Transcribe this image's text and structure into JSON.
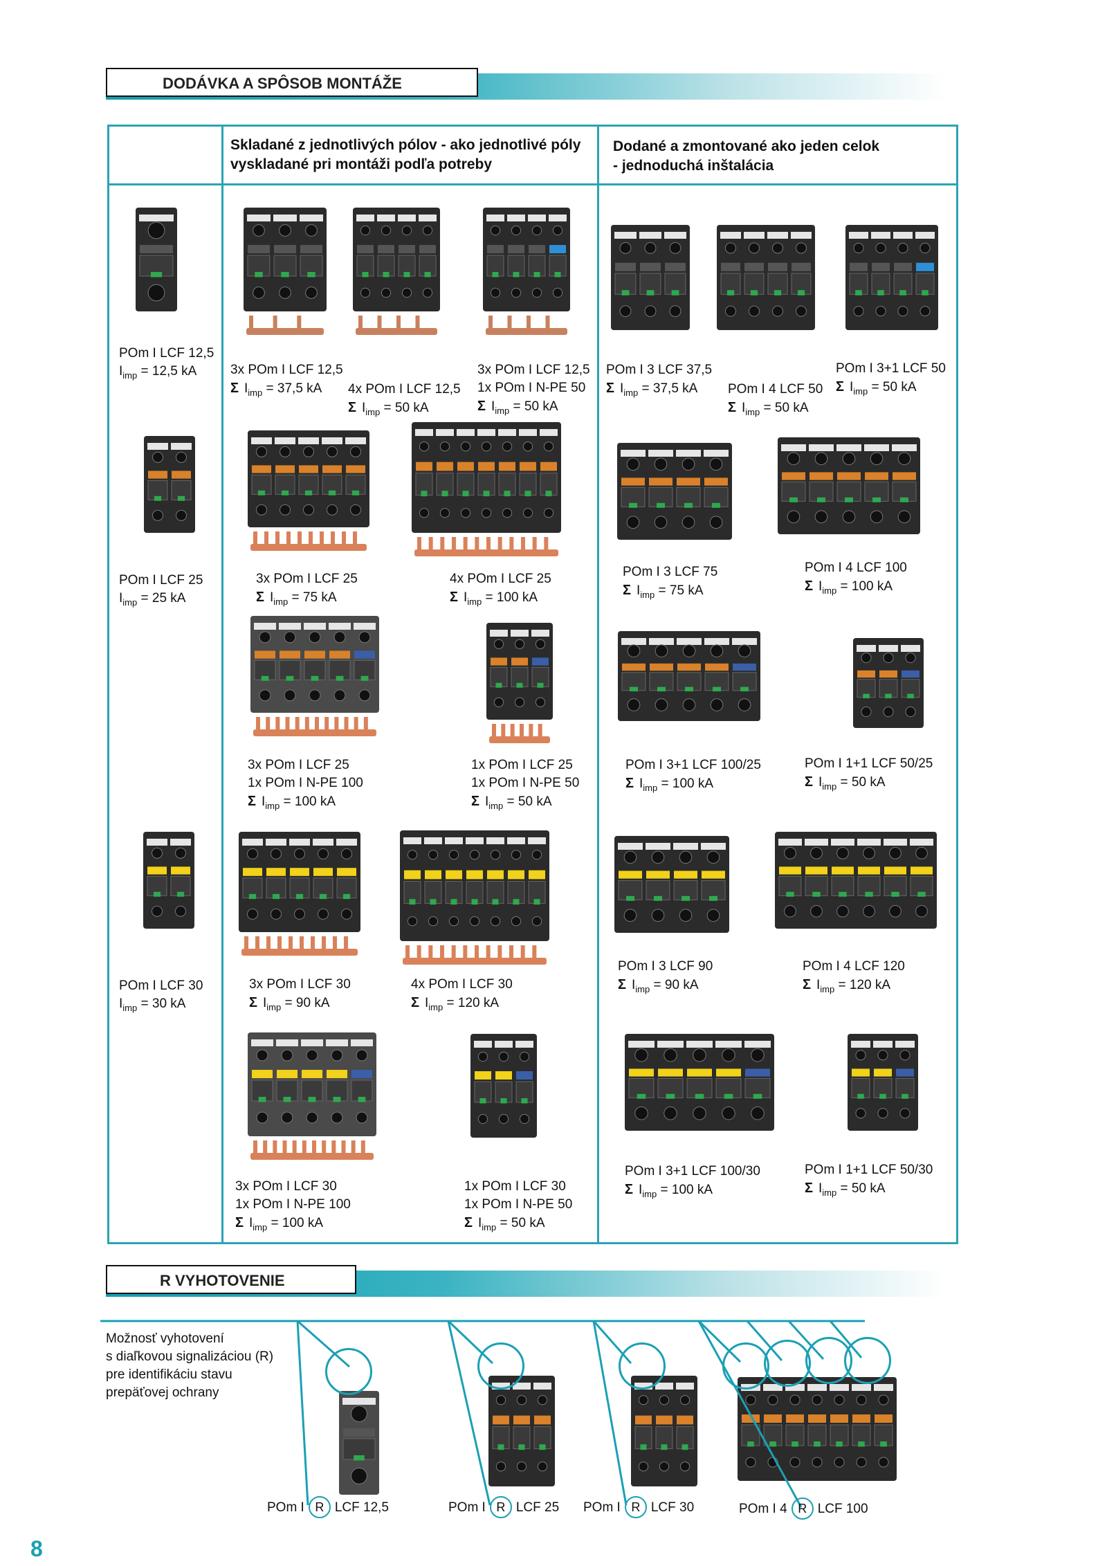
{
  "section1": {
    "title": "DODÁVKA A SPÔSOB MONTÁŽE"
  },
  "section2": {
    "title": "R VYHOTOVENIE"
  },
  "columns": {
    "stacked": "Skladané z jednotlivých pólov - ako jednotlivé póly vyskladané pri montáži podľa potreby",
    "assembled": "Dodané a zmontované ako jeden celok - jednoduchá inštalácia"
  },
  "sigma": "Σ",
  "imp_sub": "imp",
  "rows": [
    {
      "single": {
        "name": "POm I LCF 12,5",
        "imp": "= 12,5 kA"
      },
      "stacked": [
        {
          "lines": [
            "3x POm I LCF 12,5"
          ],
          "imp": "= 37,5 kA"
        },
        {
          "lines": [
            "4x POm I LCF 12,5"
          ],
          "imp": "= 50 kA"
        },
        {
          "lines": [
            "3x POm I LCF 12,5",
            "1x POm I N-PE 50"
          ],
          "imp": "= 50 kA"
        }
      ],
      "assembled": [
        {
          "lines": [
            "POm I 3 LCF 37,5"
          ],
          "imp": "= 37,5 kA"
        },
        {
          "lines": [
            "POm I 4 LCF 50"
          ],
          "imp": "= 50 kA"
        },
        {
          "lines": [
            "POm I 3+1 LCF 50"
          ],
          "imp": "= 50 kA"
        }
      ]
    },
    {
      "single": {
        "name": "POm I LCF 25",
        "imp": "= 25 kA"
      },
      "stacked": [
        {
          "lines": [
            "3x POm I LCF 25"
          ],
          "imp": "= 75 kA"
        },
        {
          "lines": [
            "4x POm I LCF 25"
          ],
          "imp": "= 100 kA"
        },
        {
          "lines": [
            "3x POm I LCF 25",
            "1x POm I N-PE 100"
          ],
          "imp": "= 100 kA"
        },
        {
          "lines": [
            "1x POm I LCF 25",
            "1x POm I N-PE 50"
          ],
          "imp": "= 50 kA"
        }
      ],
      "assembled": [
        {
          "lines": [
            "POm I 3 LCF 75"
          ],
          "imp": "= 75 kA"
        },
        {
          "lines": [
            "POm I 4 LCF 100"
          ],
          "imp": "= 100 kA"
        },
        {
          "lines": [
            "POm I 3+1 LCF 100/25"
          ],
          "imp": "= 100 kA"
        },
        {
          "lines": [
            "POm I 1+1 LCF 50/25"
          ],
          "imp": "= 50 kA"
        }
      ]
    },
    {
      "single": {
        "name": "POm I LCF 30",
        "imp": "= 30 kA"
      },
      "stacked": [
        {
          "lines": [
            "3x POm I LCF 30"
          ],
          "imp": "= 90 kA"
        },
        {
          "lines": [
            "4x POm I LCF 30"
          ],
          "imp": "= 120 kA"
        },
        {
          "lines": [
            "3x POm I LCF 30",
            "1x POm I N-PE 100"
          ],
          "imp": "= 100 kA"
        },
        {
          "lines": [
            "1x POm I LCF 30",
            "1x POm I N-PE 50"
          ],
          "imp": "= 50 kA"
        }
      ],
      "assembled": [
        {
          "lines": [
            "POm I 3 LCF 90"
          ],
          "imp": "= 90 kA"
        },
        {
          "lines": [
            "POm I 4 LCF 120"
          ],
          "imp": "= 120 kA"
        },
        {
          "lines": [
            "POm I 3+1 LCF 100/30"
          ],
          "imp": "= 100 kA"
        },
        {
          "lines": [
            "POm I 1+1 LCF 50/30"
          ],
          "imp": "= 50 kA"
        }
      ]
    }
  ],
  "r_section": {
    "description": [
      "Možnosť vyhotovení",
      "s diaľkovou signalizáciou (R)",
      "pre identifikáciu stavu",
      "prepäťovej ochrany"
    ],
    "products": [
      {
        "prefix": "POm I",
        "mark": "R",
        "suffix": "LCF 12,5"
      },
      {
        "prefix": "POm I",
        "mark": "R",
        "suffix": "LCF 25"
      },
      {
        "prefix": "POm I",
        "mark": "R",
        "suffix": "LCF 30"
      },
      {
        "prefix": "POm I 4",
        "mark": "R",
        "suffix": "LCF 100"
      }
    ]
  },
  "page_number": "8",
  "colors": {
    "accent": "#1aa0b4",
    "device_body": "#2b2b2b",
    "orange_label": "#d9822b",
    "yellow_label": "#f2d21a",
    "busbar": "#d9825a"
  }
}
